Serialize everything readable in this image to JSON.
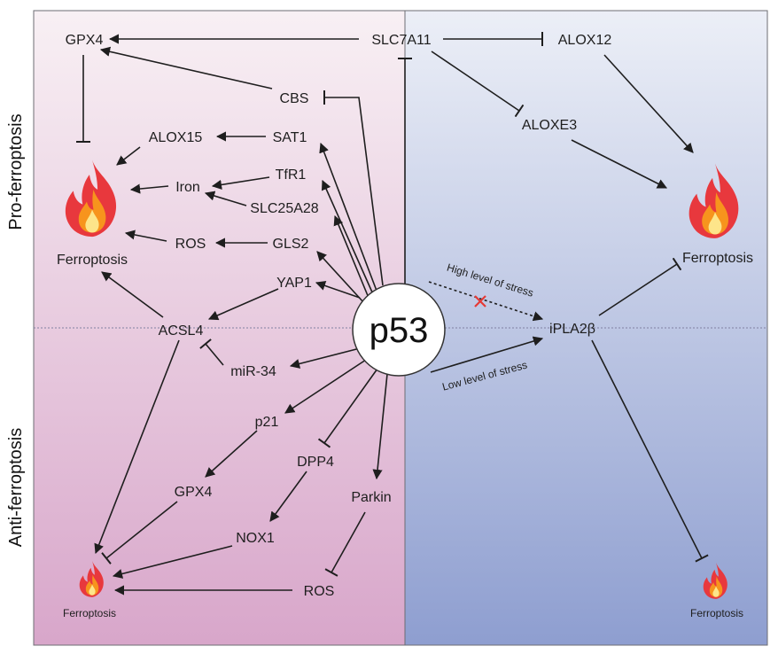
{
  "panels": {
    "top_label": "Pro-ferroptosis",
    "bottom_label": "Anti-ferroptosis"
  },
  "hub": "p53",
  "nodes": {
    "slc7a11": "SLC7A11",
    "gpx4_top": "GPX4",
    "alox12": "ALOX12",
    "cbs": "CBS",
    "aloxe3": "ALOXE3",
    "alox15": "ALOX15",
    "sat1": "SAT1",
    "iron": "Iron",
    "tfr1": "TfR1",
    "slc25a28": "SLC25A28",
    "ros_top": "ROS",
    "gls2": "GLS2",
    "yap1": "YAP1",
    "acsl4": "ACSL4",
    "mir34": "miR-34",
    "p21": "p21",
    "dpp4": "DPP4",
    "gpx4_bottom": "GPX4",
    "parkin": "Parkin",
    "nox1": "NOX1",
    "ros_bottom": "ROS",
    "ipla2b": "iPLA2β"
  },
  "outcomes": {
    "ferroptosis_left_top": "Ferroptosis",
    "ferroptosis_right_top": "Ferroptosis",
    "ferroptosis_left_bottom": "Ferroptosis",
    "ferroptosis_right_bottom": "Ferroptosis"
  },
  "annotations": {
    "high_stress": "High level of stress",
    "low_stress": "Low level of stress"
  },
  "colors": {
    "left_panel_top": "#f7eef3",
    "left_panel_bottom": "#d9a9cc",
    "right_panel_top": "#e9ecf6",
    "right_panel_bottom": "#8f9fd1",
    "flame_red": "#e8383d",
    "flame_orange": "#f7941d",
    "flame_yellow": "#fde58a",
    "blocked_mark": "#e53935"
  }
}
